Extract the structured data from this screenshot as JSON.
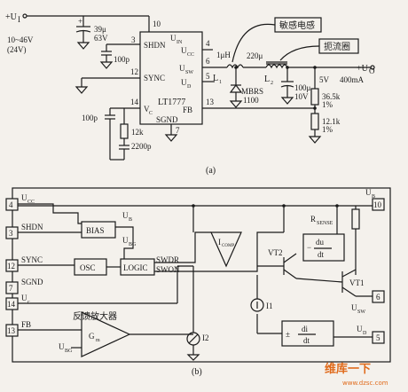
{
  "top": {
    "vin_label": "+U",
    "vin_sub": "I",
    "vin_range": "10~46V",
    "vin_typ": "(24V)",
    "cap_in_a": "39μ",
    "cap_in_b": "63V",
    "cap_100p": "100p",
    "cap_100p_2": "100p",
    "res_12k": "12k",
    "cap_2200p": "2200p",
    "ic_name": "LT1777",
    "pin_shdn": "SHDN",
    "pin_uin": "U",
    "pin_uin_sub": "IN",
    "pin_ucc": "U",
    "pin_ucc_sub": "CC",
    "pin_usw": "U",
    "pin_usw_sub": "SW",
    "pin_ud": "U",
    "pin_ud_sub": "D",
    "pin_sync": "SYNC",
    "pin_vc": "V",
    "pin_vc_sub": "C",
    "pin_fb": "FB",
    "pin_sgnd": "SGND",
    "n10": "10",
    "n3": "3",
    "n4": "4",
    "n12": "12",
    "n6": "6",
    "n5": "5",
    "n14": "14",
    "n13": "13",
    "n7": "7",
    "l1_val": "1μH",
    "l1_name": "L",
    "l1_sub": "1",
    "l2_val": "220μ",
    "l2_name": "L",
    "l2_sub": "2",
    "diode": "MBRS",
    "diode_b": "1100",
    "cap_out_a": "100μ",
    "cap_out_b": "10V",
    "vout": "5V",
    "iout": "400mA",
    "uo_label": "+U",
    "uo_sub": "O",
    "r1_a": "36.5k",
    "r1_b": "1%",
    "r2_a": "12.1k",
    "r2_b": "1%",
    "callout_sense": "敏感电感",
    "callout_choke": "扼流圈",
    "caption": "(a)"
  },
  "bottom": {
    "ucc": "U",
    "ucc_sub": "CC",
    "shdn": "SHDN",
    "sync": "SYNC",
    "sgnd": "SGND",
    "uc": "U",
    "uc_sub": "c",
    "fb": "FB",
    "pin4": "4",
    "pin3": "3",
    "pin12": "12",
    "pin7": "7",
    "pin14": "14",
    "pin13": "13",
    "pin10": "10",
    "pin6": "6",
    "pin5": "5",
    "bias": "BIAS",
    "ub": "U",
    "ub_sub": "B",
    "ubg": "U",
    "ubg_sub": "BG",
    "osc": "OSC",
    "logic": "LOGIC",
    "swdr": "SWDR",
    "swon": "SWON",
    "icomp": "I",
    "icomp_sub": "COMP",
    "vt2": "VT2",
    "vt1": "VT1",
    "rsense": "R",
    "rsense_sub": "SENSE",
    "du_top": "du",
    "du_bot": "dt",
    "di_top": "di",
    "di_bot": "dt",
    "pm": "±",
    "i1": "I1",
    "i2": "I2",
    "amp_title": "反馈放大器",
    "ubg2": "U",
    "ubg2_sub": "BG",
    "gm": "G",
    "gm_sub": "m",
    "ub_right": "U",
    "ub_right_sub": "B",
    "usw": "U",
    "usw_sub": "SW",
    "ud": "U",
    "ud_sub": "D",
    "caption": "(b)"
  },
  "watermark": {
    "text": "维库一下",
    "url": "www.dzsc.com"
  }
}
